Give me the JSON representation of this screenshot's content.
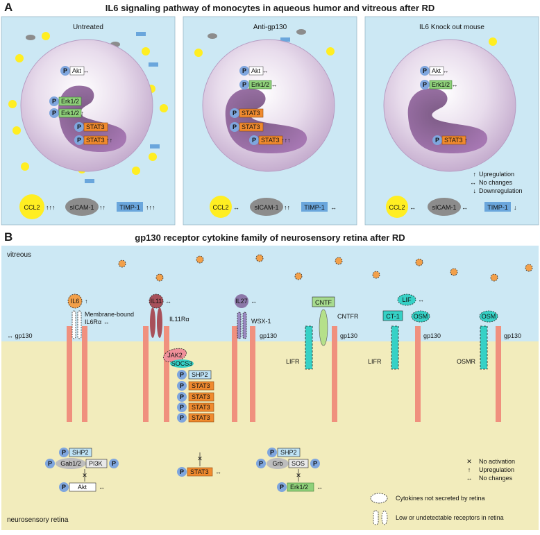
{
  "section_a": {
    "letter": "A",
    "title": "IL6 signaling pathway of monocytes in aqueous humor and vitreous after RD",
    "panels": [
      {
        "heading": "Untreated",
        "nucleus_labels": [
          "Akt ↔",
          "Erk1/2",
          "Erk1/2 ↑",
          "STAT3",
          "STAT3 ↑↑"
        ],
        "ccl2": "CCL2",
        "ccl2_change": "↑↑↑",
        "sicam": "sICAM-1",
        "sicam_change": "↑↑",
        "timp": "TIMP-1",
        "timp_change": "↑↑↑"
      },
      {
        "heading": "Anti-gp130",
        "nucleus_labels": [
          "Akt ↔",
          "Erk1/2 ↔",
          "STAT3",
          "STAT3",
          "STAT3 ↑↑↑"
        ],
        "ccl2": "CCL2",
        "ccl2_change": "↔",
        "sicam": "sICAM-1",
        "sicam_change": "↑↑",
        "timp": "TIMP-1",
        "timp_change": "↔"
      },
      {
        "heading": "IL6 Knock out mouse",
        "nucleus_labels": [
          "Akt ↔",
          "Erk1/2 ↔",
          "STAT3 ↑"
        ],
        "ccl2": "CCL2",
        "ccl2_change": "↔",
        "sicam": "sICAM-1",
        "sicam_change": "↔",
        "timp": "TIMP-1",
        "timp_change": "↓"
      }
    ],
    "legend": [
      {
        "symbol": "↑",
        "text": "Upregulation"
      },
      {
        "symbol": "↔",
        "text": "No changes"
      },
      {
        "symbol": "↓",
        "text": "Downregulation"
      }
    ]
  },
  "section_b": {
    "letter": "B",
    "title": "gp130 receptor cytokine family of  neurosensory retina after RD",
    "vitreous_label": "vitreous",
    "retina_label": "neurosensory retina",
    "phospho": "P",
    "gp130_labels": [
      "↔ gp130",
      "gp130",
      "gp130",
      "gp130",
      "gp130"
    ],
    "cytokines": {
      "il6": "IL6",
      "il6_change": "↑",
      "il11": "IL11",
      "il11_change": "↔",
      "il27": "IL27",
      "il27_change": "↔",
      "cntf": "CNTF",
      "lif": "LIF",
      "lif_change": "↔",
      "ct1": "CT-1",
      "osm1": "OSM",
      "osm2": "OSM"
    },
    "receptors": {
      "il6ra_line1": "Membrane-bound",
      "il6ra_line2": "IL6Rα ↔",
      "il11ra": "IL11Rα",
      "wsx1": "WSX-1",
      "cntfr": "CNTFR",
      "lifr1": "LIFR",
      "lifr2": "LIFR",
      "osmr": "OSMR"
    },
    "jak": {
      "jak2": "JAK2",
      "socs3": "SOCS3",
      "shp2": "SHP2",
      "stat3": "STAT3"
    },
    "pathways": {
      "left": {
        "shp2": "SHP2",
        "gab": "Gab1/2",
        "pi3k": "PI3K",
        "akt": "Akt",
        "change": "↔"
      },
      "center": {
        "stat3": "STAT3",
        "change": "↔"
      },
      "right": {
        "shp2": "SHP2",
        "grb": "Grb",
        "sos": "SOS",
        "erk": "Erk1/2",
        "change": "↔"
      }
    },
    "legend": [
      {
        "symbol": "✕",
        "text": "No activation"
      },
      {
        "symbol": "↑",
        "text": "Upregulation"
      },
      {
        "symbol": "↔",
        "text": "No changes"
      }
    ],
    "legend2": [
      "Cytokines not secreted by retina",
      "Low or undetectable receptors in retina"
    ]
  },
  "colors": {
    "vitreous_bg": "#cce8f4",
    "retina_bg": "#f2ecbc",
    "gp130": "#f0907e",
    "stat3": "#f08a2e",
    "erk": "#8fd17a",
    "shp2": "#bfe3f5",
    "ccl2": "#ffee22",
    "timp": "#6aa6dc",
    "phospho": "#7fa6de"
  }
}
